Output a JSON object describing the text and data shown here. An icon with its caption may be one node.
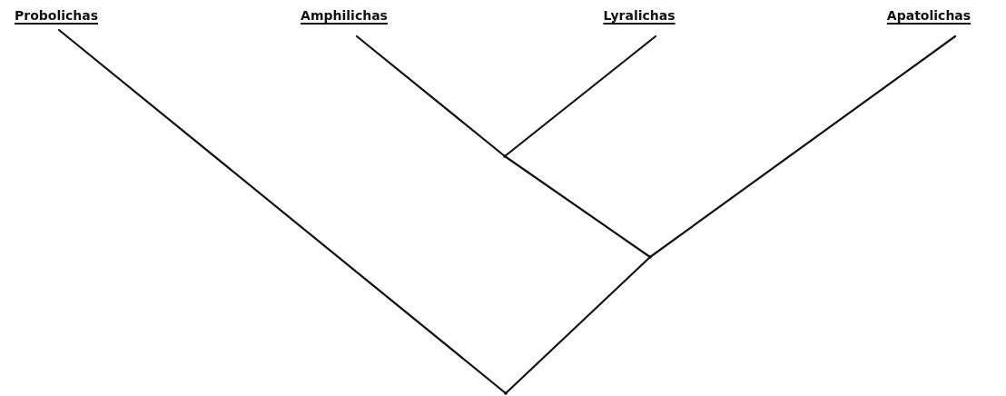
{
  "diagram": {
    "nodes": [
      {
        "text": [
          "Probolichas"
        ]
      },
      {
        "text": [
          "Amphilichas"
        ]
      },
      {
        "text": [
          "Lyralichas"
        ]
      },
      {
        "text": [
          "Apatolichas"
        ]
      },
      {
        "text": [],
        "shape": "point"
      },
      {
        "text": [],
        "shape": "point"
      },
      {
        "text": [],
        "shape": "point"
      }
    ],
    "edges": [
      {
        "from": 0,
        "to": 6,
        "arrow": "none"
      },
      {
        "from": 1,
        "to": 4,
        "arrow": "none"
      },
      {
        "from": 2,
        "to": 4,
        "arrow": "none"
      },
      {
        "from": 4,
        "to": 5,
        "arrow": "none"
      },
      {
        "from": 3,
        "to": 5,
        "arrow": "none"
      },
      {
        "from": 5,
        "to": 6,
        "arrow": "none"
      }
    ]
  }
}
